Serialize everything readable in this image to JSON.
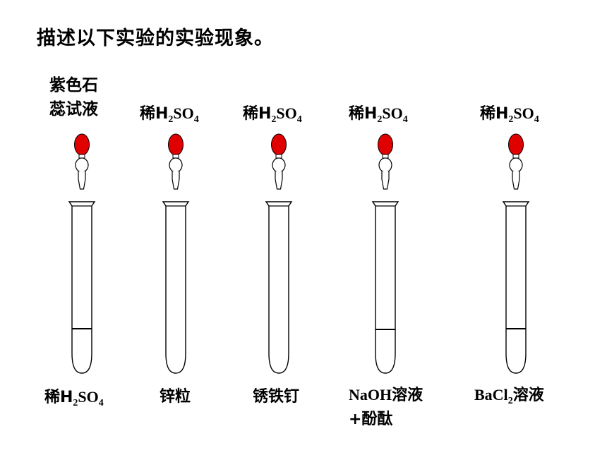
{
  "title": "描述以下实验的实验现象。",
  "experiments": [
    {
      "reagent_line1": "紫色石",
      "reagent_line2": "蕊试液",
      "sample_prefix": "稀H",
      "sample_sub1": "2",
      "sample_mid": "SO",
      "sample_sub2": "4",
      "sample_suffix": "",
      "has_liquid": true
    },
    {
      "reagent_prefix": "稀H",
      "reagent_sub1": "2",
      "reagent_mid": "SO",
      "reagent_sub2": "4",
      "sample_line1": "锌粒",
      "has_liquid": false
    },
    {
      "reagent_prefix": "稀H",
      "reagent_sub1": "2",
      "reagent_mid": "SO",
      "reagent_sub2": "4",
      "sample_line1": "锈铁钉",
      "has_liquid": false
    },
    {
      "reagent_prefix": "稀H",
      "reagent_sub1": "2",
      "reagent_mid": "SO",
      "reagent_sub2": "4",
      "sample_line1": "NaOH溶液",
      "sample_line2": "+酚酞",
      "has_liquid": true
    },
    {
      "reagent_prefix": "稀H",
      "reagent_sub1": "2",
      "reagent_mid": "SO",
      "reagent_sub2": "4",
      "sample_prefix": "BaCl",
      "sample_sub1": "2",
      "sample_suffix": "溶液",
      "has_liquid": true
    }
  ],
  "colors": {
    "dropper_bulb": "#e00000",
    "outline": "#000000"
  }
}
